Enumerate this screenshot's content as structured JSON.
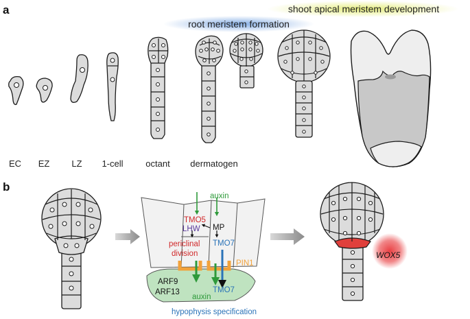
{
  "panels": {
    "a": "a",
    "b": "b"
  },
  "banners": {
    "root": "root meristem formation",
    "shoot": "shoot apical meristem development"
  },
  "stages": [
    "EC",
    "EZ",
    "LZ",
    "1-cell",
    "octant",
    "dermatogen"
  ],
  "genes": {
    "auxin_top": "auxin",
    "tmo5": "TMO5",
    "lhw": "LHW",
    "mp": "MP",
    "tmo7_top": "TMO7",
    "periclinal": "periclinal",
    "division": "division",
    "pin1": "PIN1",
    "arf9": "ARF9",
    "arf13": "ARF13",
    "auxin_bottom": "auxin",
    "tmo7_bottom": "TMO7",
    "hypophysis": "hypophysis specification",
    "wox5": "WOX5"
  },
  "colors": {
    "red": "#d0282a",
    "blue": "#2a73b8",
    "green": "#2e9a3a",
    "purple": "#5b3a9c",
    "orange": "#f2a23a",
    "hypophysis_fill": "#bfe3c0",
    "root_banner": "#8fb8e8",
    "shoot_banner": "#e6ef8a",
    "wox5_glow": "#e8373a"
  }
}
